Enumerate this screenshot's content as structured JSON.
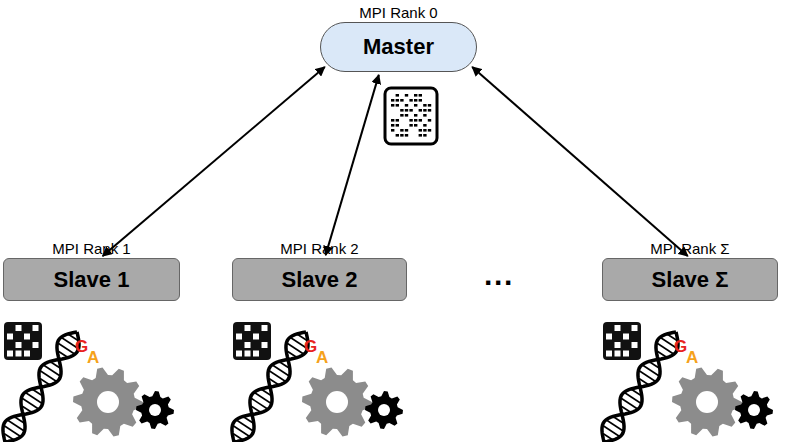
{
  "diagram": {
    "nodes": [
      {
        "text": [
          "MPI Rank 0",
          "Master"
        ]
      },
      {
        "text": [
          "MPI Rank 1",
          "Slave 1"
        ]
      },
      {
        "text": [
          "MPI Rank 2",
          "Slave 2"
        ]
      },
      {
        "text": [
          "MPI Rank Σ",
          "Slave Σ"
        ]
      }
    ],
    "edges": [
      {
        "from": 0,
        "to": 1,
        "arrow": "both"
      },
      {
        "from": 0,
        "to": 2,
        "arrow": "both"
      },
      {
        "from": 0,
        "to": 3,
        "arrow": "both"
      }
    ],
    "labels": [
      "···",
      "G",
      "A",
      "G",
      "A",
      "G",
      "A"
    ]
  }
}
